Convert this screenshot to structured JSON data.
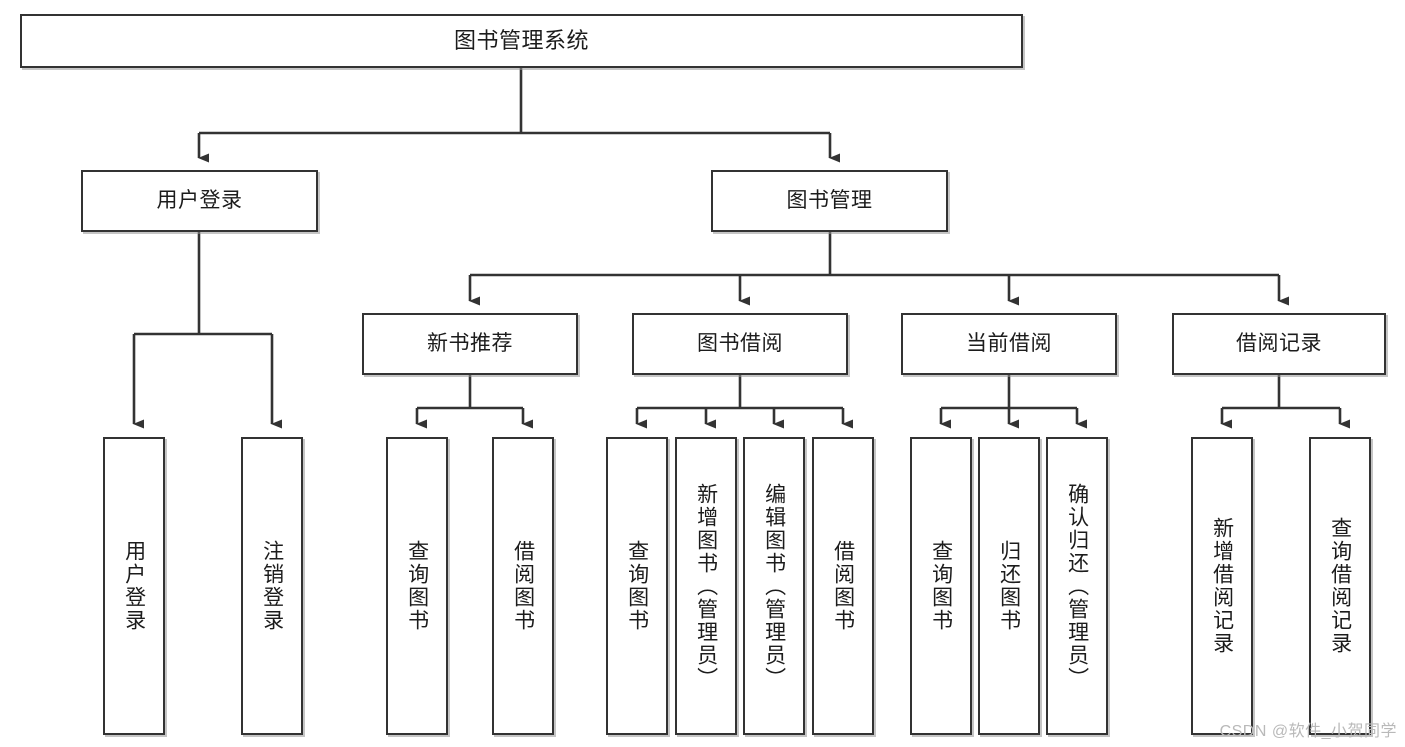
{
  "diagram": {
    "type": "tree-hierarchy-diagram",
    "title": "图书管理系统",
    "watermark": "CSDN @软件_小贺同学",
    "colors": {
      "stroke": "#333333",
      "fill": "#ffffff",
      "text": "#1c1c1c",
      "watermark": "#b9b9b9"
    },
    "levels": {
      "root": {
        "label": "图书管理系统"
      },
      "level2": [
        {
          "label": "用户登录"
        },
        {
          "label": "图书管理"
        }
      ],
      "level3": [
        {
          "label": "新书推荐"
        },
        {
          "label": "图书借阅"
        },
        {
          "label": "当前借阅"
        },
        {
          "label": "借阅记录"
        }
      ],
      "leaves": {
        "user_login": [
          {
            "label": "用户登录"
          },
          {
            "label": "注销登录"
          }
        ],
        "new_book_recommend": [
          {
            "label": "查询图书"
          },
          {
            "label": "借阅图书"
          }
        ],
        "book_borrow": [
          {
            "label": "查询图书"
          },
          {
            "label": "新增图书（管理员）"
          },
          {
            "label": "编辑图书（管理员）"
          },
          {
            "label": "借阅图书"
          }
        ],
        "current_borrow": [
          {
            "label": "查询图书"
          },
          {
            "label": "归还图书"
          },
          {
            "label": "确认归还（管理员）"
          }
        ],
        "borrow_records": [
          {
            "label": "新增借阅记录"
          },
          {
            "label": "查询借阅记录"
          }
        ]
      }
    }
  }
}
